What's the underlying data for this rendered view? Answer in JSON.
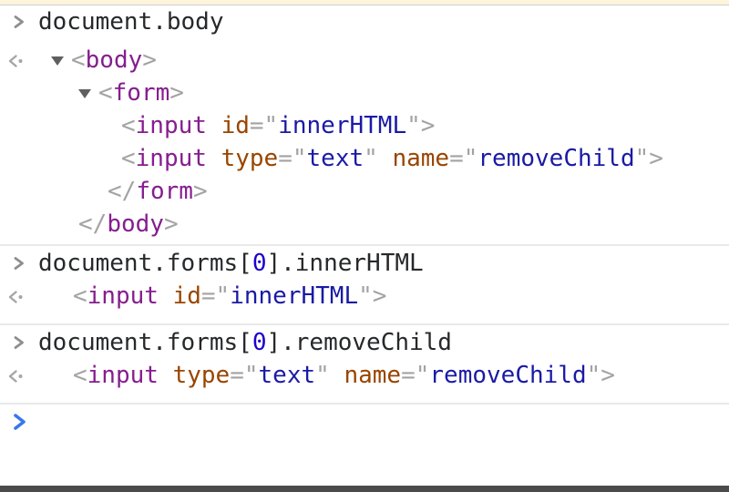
{
  "theme": {
    "bg": "#ffffff",
    "text": "#26282a",
    "tag": "#861d8f",
    "attrName": "#994500",
    "attrValue": "#1a1aa6",
    "num": "#1c00cf",
    "punct": "#a3a3a3",
    "chevron": "#8e8e8e",
    "prompt": "#3a77e8",
    "returnIcon": "#a6a6a6",
    "twisty": "#5f5f5f",
    "separator": "#e9e9e9",
    "topbarBg": "#fcf4db",
    "topbarBorder": "#cfcfcf",
    "bottombar": "#4b4b4b"
  },
  "console": {
    "entries": [
      {
        "command": {
          "tokens": [
            {
              "c": "p",
              "v": "document.body"
            }
          ]
        },
        "results": [
          {
            "returned": true,
            "twisty": true,
            "indent": 78,
            "tokens": [
              {
                "c": "b",
                "v": "<"
              },
              {
                "c": "t",
                "v": "body"
              },
              {
                "c": "b",
                "v": ">"
              }
            ]
          },
          {
            "twisty": true,
            "indent": 108,
            "tokens": [
              {
                "c": "b",
                "v": "<"
              },
              {
                "c": "t",
                "v": "form"
              },
              {
                "c": "b",
                "v": ">"
              }
            ]
          },
          {
            "indent": 133,
            "tokens": [
              {
                "c": "b",
                "v": "<"
              },
              {
                "c": "t",
                "v": "input"
              },
              {
                "c": "p",
                "v": " "
              },
              {
                "c": "a",
                "v": "id"
              },
              {
                "c": "b",
                "v": "=\""
              },
              {
                "c": "v",
                "v": "innerHTML"
              },
              {
                "c": "b",
                "v": "\">"
              }
            ]
          },
          {
            "indent": 133,
            "tokens": [
              {
                "c": "b",
                "v": "<"
              },
              {
                "c": "t",
                "v": "input"
              },
              {
                "c": "p",
                "v": " "
              },
              {
                "c": "a",
                "v": "type"
              },
              {
                "c": "b",
                "v": "=\""
              },
              {
                "c": "v",
                "v": "text"
              },
              {
                "c": "b",
                "v": "\""
              },
              {
                "c": "p",
                "v": " "
              },
              {
                "c": "a",
                "v": "name"
              },
              {
                "c": "b",
                "v": "=\""
              },
              {
                "c": "v",
                "v": "removeChild"
              },
              {
                "c": "b",
                "v": "\">"
              }
            ]
          },
          {
            "indent": 118,
            "tokens": [
              {
                "c": "b",
                "v": "</"
              },
              {
                "c": "t",
                "v": "form"
              },
              {
                "c": "b",
                "v": ">"
              }
            ]
          },
          {
            "indent": 86,
            "tokens": [
              {
                "c": "b",
                "v": "</"
              },
              {
                "c": "t",
                "v": "body"
              },
              {
                "c": "b",
                "v": ">"
              }
            ]
          }
        ]
      },
      {
        "command": {
          "tokens": [
            {
              "c": "p",
              "v": "document.forms["
            },
            {
              "c": "n",
              "v": "0"
            },
            {
              "c": "p",
              "v": "].innerHTML"
            }
          ]
        },
        "results": [
          {
            "returned": true,
            "indent": 80,
            "tokens": [
              {
                "c": "b",
                "v": "<"
              },
              {
                "c": "t",
                "v": "input"
              },
              {
                "c": "p",
                "v": " "
              },
              {
                "c": "a",
                "v": "id"
              },
              {
                "c": "b",
                "v": "=\""
              },
              {
                "c": "v",
                "v": "innerHTML"
              },
              {
                "c": "b",
                "v": "\">"
              }
            ]
          }
        ]
      },
      {
        "command": {
          "tokens": [
            {
              "c": "p",
              "v": "document.forms["
            },
            {
              "c": "n",
              "v": "0"
            },
            {
              "c": "p",
              "v": "].removeChild"
            }
          ]
        },
        "results": [
          {
            "returned": true,
            "indent": 80,
            "tokens": [
              {
                "c": "b",
                "v": "<"
              },
              {
                "c": "t",
                "v": "input"
              },
              {
                "c": "p",
                "v": " "
              },
              {
                "c": "a",
                "v": "type"
              },
              {
                "c": "b",
                "v": "=\""
              },
              {
                "c": "v",
                "v": "text"
              },
              {
                "c": "b",
                "v": "\""
              },
              {
                "c": "p",
                "v": " "
              },
              {
                "c": "a",
                "v": "name"
              },
              {
                "c": "b",
                "v": "=\""
              },
              {
                "c": "v",
                "v": "removeChild"
              },
              {
                "c": "b",
                "v": "\">"
              }
            ]
          }
        ]
      }
    ],
    "prompt": {
      "value": ""
    }
  }
}
